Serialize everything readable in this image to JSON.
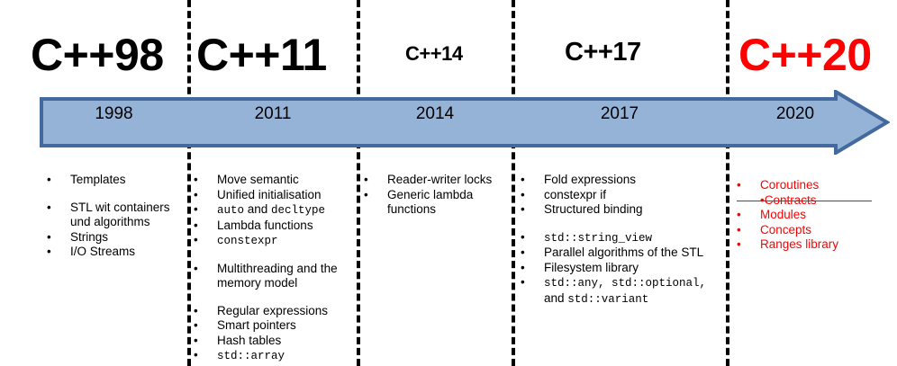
{
  "diagram": {
    "title": "C++ Standards Timeline",
    "arrow": {
      "fill": "#95b3d7",
      "stroke": "#43699f"
    },
    "accent_red": "#ff0000"
  },
  "eras": [
    {
      "id": "cpp98",
      "heading": "C++98",
      "year": "1998",
      "features": [
        {
          "type": "bullet",
          "parts": [
            {
              "text": "Templates",
              "mono": false
            }
          ]
        },
        {
          "type": "spacer"
        },
        {
          "type": "bullet",
          "parts": [
            {
              "text": "STL wit containers",
              "mono": false
            }
          ]
        },
        {
          "type": "cont",
          "parts": [
            {
              "text": "und algorithms",
              "mono": false
            }
          ]
        },
        {
          "type": "bullet",
          "parts": [
            {
              "text": "Strings",
              "mono": false
            }
          ]
        },
        {
          "type": "bullet",
          "parts": [
            {
              "text": "I/O Streams",
              "mono": false
            }
          ]
        }
      ]
    },
    {
      "id": "cpp11",
      "heading": "C++11",
      "year": "2011",
      "features": [
        {
          "type": "bullet",
          "parts": [
            {
              "text": "Move semantic",
              "mono": false
            }
          ]
        },
        {
          "type": "bullet",
          "parts": [
            {
              "text": "Unified initialisation",
              "mono": false
            }
          ]
        },
        {
          "type": "bullet",
          "parts": [
            {
              "text": "auto",
              "mono": true
            },
            {
              "text": " and ",
              "mono": false
            },
            {
              "text": "decltype",
              "mono": true
            }
          ]
        },
        {
          "type": "bullet",
          "parts": [
            {
              "text": "Lambda functions",
              "mono": false
            }
          ]
        },
        {
          "type": "bullet",
          "parts": [
            {
              "text": "constexpr",
              "mono": true
            }
          ]
        },
        {
          "type": "spacer"
        },
        {
          "type": "bullet",
          "parts": [
            {
              "text": "Multithreading and the",
              "mono": false
            }
          ]
        },
        {
          "type": "cont",
          "parts": [
            {
              "text": "memory model",
              "mono": false
            }
          ]
        },
        {
          "type": "spacer"
        },
        {
          "type": "bullet",
          "parts": [
            {
              "text": "Regular expressions",
              "mono": false
            }
          ]
        },
        {
          "type": "bullet",
          "parts": [
            {
              "text": "Smart pointers",
              "mono": false
            }
          ]
        },
        {
          "type": "bullet",
          "parts": [
            {
              "text": "Hash tables",
              "mono": false
            }
          ]
        },
        {
          "type": "bullet",
          "parts": [
            {
              "text": "std::array",
              "mono": true
            }
          ]
        }
      ]
    },
    {
      "id": "cpp14",
      "heading": "C++14",
      "year": "2014",
      "features": [
        {
          "type": "bullet",
          "parts": [
            {
              "text": "Reader-writer locks",
              "mono": false
            }
          ]
        },
        {
          "type": "bullet",
          "parts": [
            {
              "text": "Generic lambda",
              "mono": false
            }
          ]
        },
        {
          "type": "cont",
          "parts": [
            {
              "text": "functions",
              "mono": false
            }
          ]
        }
      ]
    },
    {
      "id": "cpp17",
      "heading": "C++17",
      "year": "2017",
      "features": [
        {
          "type": "bullet",
          "parts": [
            {
              "text": "Fold expressions",
              "mono": false
            }
          ]
        },
        {
          "type": "bullet",
          "parts": [
            {
              "text": "constexpr if",
              "mono": false
            }
          ]
        },
        {
          "type": "bullet",
          "parts": [
            {
              "text": "Structured binding",
              "mono": false
            }
          ]
        },
        {
          "type": "spacer"
        },
        {
          "type": "bullet",
          "parts": [
            {
              "text": "std::string_view",
              "mono": true
            }
          ]
        },
        {
          "type": "bullet",
          "parts": [
            {
              "text": "Parallel algorithms of the STL",
              "mono": false
            }
          ]
        },
        {
          "type": "bullet",
          "parts": [
            {
              "text": "Filesystem library",
              "mono": false
            }
          ]
        },
        {
          "type": "bullet",
          "parts": [
            {
              "text": "std::any, std::optional,",
              "mono": true
            }
          ]
        },
        {
          "type": "cont",
          "parts": [
            {
              "text": "and ",
              "mono": false
            },
            {
              "text": "std::variant",
              "mono": true
            }
          ]
        }
      ]
    },
    {
      "id": "cpp20",
      "heading": "C++20",
      "year": "2020",
      "features": [
        {
          "type": "bullet",
          "parts": [
            {
              "text": "Coroutines",
              "mono": false
            }
          ]
        },
        {
          "type": "bullet",
          "struck": true,
          "parts": [
            {
              "text": "Contracts",
              "mono": false
            }
          ]
        },
        {
          "type": "bullet",
          "parts": [
            {
              "text": "Modules",
              "mono": false
            }
          ]
        },
        {
          "type": "bullet",
          "parts": [
            {
              "text": "Concepts",
              "mono": false
            }
          ]
        },
        {
          "type": "bullet",
          "parts": [
            {
              "text": "Ranges library",
              "mono": false
            }
          ]
        }
      ]
    }
  ],
  "bullet_glyph": "•"
}
